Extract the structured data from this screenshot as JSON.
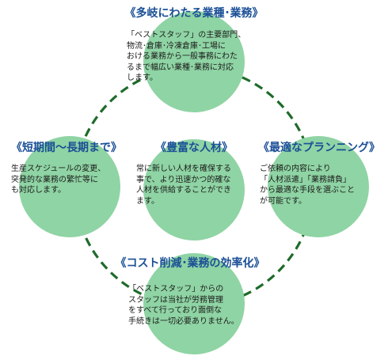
{
  "colors": {
    "circle_fill": "#8fd4a4",
    "dash_ring": "#1e6b2a",
    "heading_text": "#1a4f96",
    "body_text": "#1a1a1a"
  },
  "nodes": {
    "top": {
      "title": "《多岐にわたる業種･業務》",
      "text": "「ベストスタッフ」の主要部門、\n物流･倉庫･冷凍倉庫･工場に\nおける業務から一般事務にわた\nるまで幅広い業種･業務に対応\nします。"
    },
    "left": {
      "title": "《短期間～長期まで》",
      "text": "生産スケジュールの変更、\n突発的な業務の繁忙等に\nも対応します。"
    },
    "center": {
      "title": "《豊富な人材》",
      "text": "常に新しい人材を確保する\n事で、より迅速かつ的確な\n人材を供給することができ\nます。"
    },
    "right": {
      "title": "《最適なプランニング》",
      "text": "ご依頼の内容により\n「人材派遣」「業務請負」\nから最適な手段を選ぶこと\nが可能です。"
    },
    "bottom": {
      "title": "《コスト削減･業務の効率化》",
      "text": "「ベストスタッフ」からの\nスタッフは当社が労務管理\nをすべて行っており面倒な\n手続きは一切必要ありません。"
    }
  }
}
